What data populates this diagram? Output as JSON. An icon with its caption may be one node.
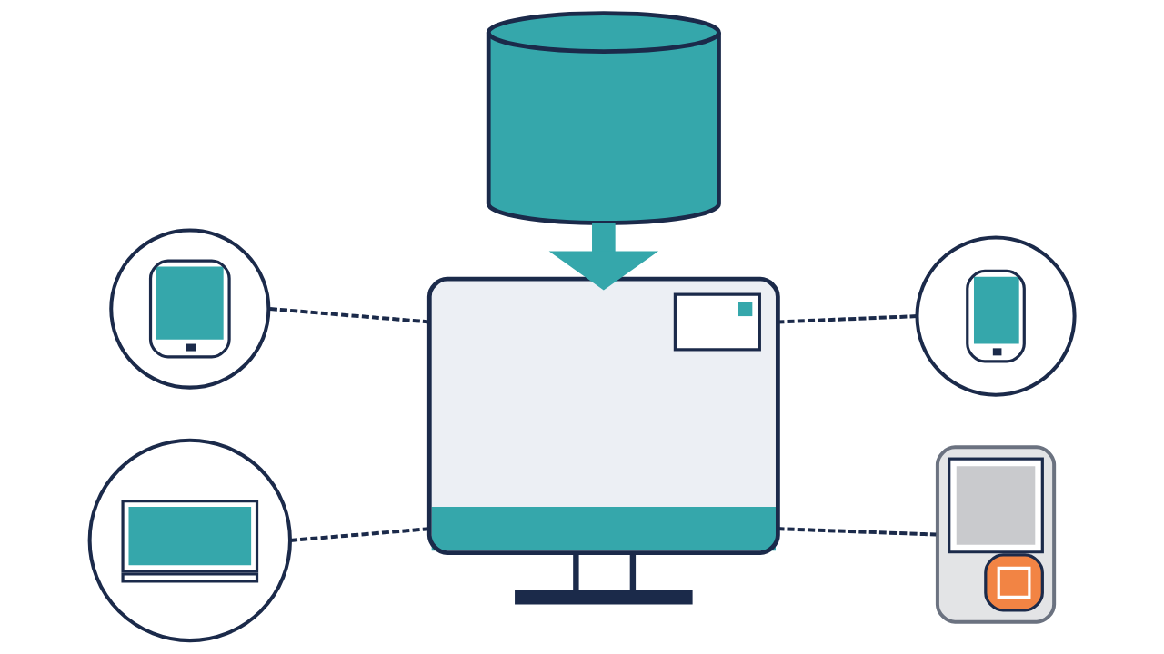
{
  "diagram": {
    "nodes": [
      {
        "text": [],
        "shape": "cylinder"
      },
      {
        "text": [],
        "shape": "circle"
      },
      {
        "text": [],
        "shape": "picture"
      },
      {
        "text": [],
        "shape": "circle"
      },
      {
        "text": [],
        "shape": "circle"
      },
      {
        "text": [],
        "shape": "box"
      }
    ],
    "edges": [
      {
        "from": 0,
        "to": 2,
        "arrow": "to",
        "style": "thick",
        "color": "#35a7ab"
      },
      {
        "from": 1,
        "to": 2,
        "arrow": "none",
        "style": "dashed"
      },
      {
        "from": 2,
        "to": 3,
        "arrow": "none",
        "style": "dashed"
      },
      {
        "from": 4,
        "to": 2,
        "arrow": "none",
        "style": "dashed"
      },
      {
        "from": 2,
        "to": 5,
        "arrow": "none",
        "style": "dashed"
      }
    ]
  }
}
